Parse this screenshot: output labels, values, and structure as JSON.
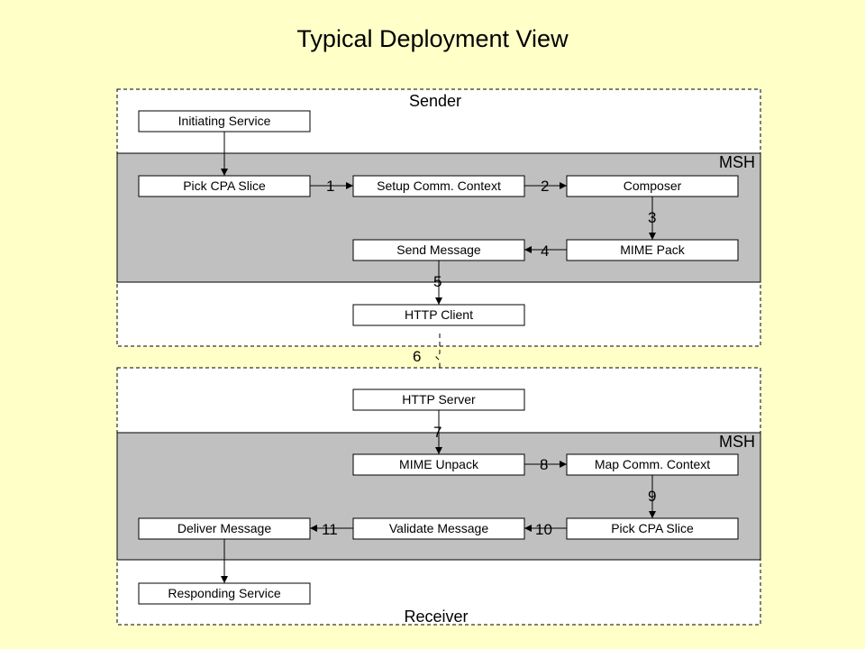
{
  "title": "Typical Deployment View",
  "sender": {
    "label": "Sender",
    "msh_label": "MSH",
    "boxes": {
      "initiating_service": "Initiating Service",
      "pick_cpa_slice": "Pick CPA Slice",
      "setup_comm_context": "Setup Comm. Context",
      "composer": "Composer",
      "send_message": "Send Message",
      "mime_pack": "MIME Pack",
      "http_client": "HTTP Client"
    }
  },
  "receiver": {
    "label": "Receiver",
    "msh_label": "MSH",
    "boxes": {
      "http_server": "HTTP Server",
      "mime_unpack": "MIME Unpack",
      "map_comm_context": "Map Comm. Context",
      "deliver_message": "Deliver Message",
      "validate_message": "Validate Message",
      "pick_cpa_slice": "Pick CPA Slice",
      "responding_service": "Responding Service"
    }
  },
  "steps": [
    "1",
    "2",
    "3",
    "4",
    "5",
    "6",
    "7",
    "8",
    "9",
    "10",
    "11"
  ]
}
